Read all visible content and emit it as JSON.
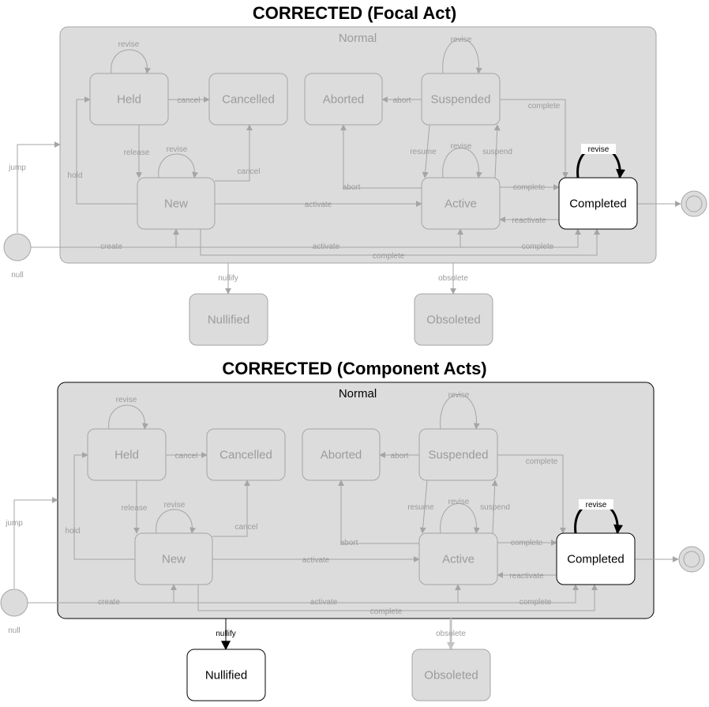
{
  "diagrams": [
    {
      "title": "CORRECTED (Focal Act)",
      "superstate": "Normal",
      "states": {
        "held": "Held",
        "cancelled": "Cancelled",
        "aborted": "Aborted",
        "suspended": "Suspended",
        "new": "New",
        "active": "Active",
        "completed": "Completed",
        "nullified": "Nullified",
        "obsoleted": "Obsoleted"
      },
      "pseudo": {
        "null": "null"
      },
      "transitions": {
        "revise_held": "revise",
        "cancel_held": "cancel",
        "release": "release",
        "hold": "hold",
        "revise_new": "revise",
        "cancel_new": "cancel",
        "activate_new": "activate",
        "abort_active": "abort",
        "abort_suspended": "abort",
        "revise_suspended": "revise",
        "complete_suspended": "complete",
        "resume": "resume",
        "suspend": "suspend",
        "revise_active": "revise",
        "complete_active": "complete",
        "reactivate": "reactivate",
        "revise_completed": "revise",
        "jump": "jump",
        "create": "create",
        "activate_null": "activate",
        "complete_null": "complete",
        "complete_new": "complete",
        "nullify": "nullify",
        "obsolete": "obsolete"
      },
      "highlighted": {
        "states": [
          "completed"
        ],
        "transitions": [
          "revise_completed"
        ]
      }
    },
    {
      "title": "CORRECTED (Component Acts)",
      "superstate": "Normal",
      "states": {
        "held": "Held",
        "cancelled": "Cancelled",
        "aborted": "Aborted",
        "suspended": "Suspended",
        "new": "New",
        "active": "Active",
        "completed": "Completed",
        "nullified": "Nullified",
        "obsoleted": "Obsoleted"
      },
      "pseudo": {
        "null": "null"
      },
      "transitions": {
        "revise_held": "revise",
        "cancel_held": "cancel",
        "release": "release",
        "hold": "hold",
        "revise_new": "revise",
        "cancel_new": "cancel",
        "activate_new": "activate",
        "abort_active": "abort",
        "abort_suspended": "abort",
        "revise_suspended": "revise",
        "complete_suspended": "complete",
        "resume": "resume",
        "suspend": "suspend",
        "revise_active": "revise",
        "complete_active": "complete",
        "reactivate": "reactivate",
        "revise_completed": "revise",
        "jump": "jump",
        "create": "create",
        "activate_null": "activate",
        "complete_null": "complete",
        "complete_new": "complete",
        "nullify": "nullify",
        "obsolete": "obsolete"
      },
      "highlighted": {
        "states": [
          "completed",
          "nullified",
          "normal"
        ],
        "transitions": [
          "revise_completed",
          "nullify"
        ]
      }
    }
  ],
  "colors": {
    "faded_fill": "#dcdcdc",
    "faded_stroke": "#a5a5a5",
    "faded_text": "#9b9b9b",
    "active_stroke": "#000000",
    "active_fill": "#ffffff",
    "background": "#ffffff"
  }
}
